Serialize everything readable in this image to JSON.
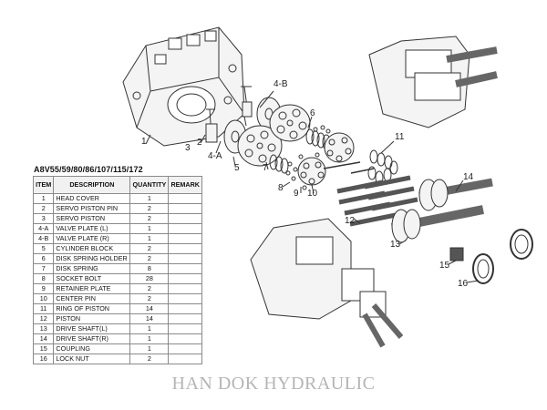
{
  "model": "A8V55/59/80/86/107/115/172",
  "table": {
    "headers": [
      "ITEM",
      "DESCRIPTION",
      "QUANTITY",
      "REMARK"
    ],
    "rows": [
      {
        "item": "1",
        "description": "HEAD COVER",
        "quantity": "1",
        "remark": ""
      },
      {
        "item": "2",
        "description": "SERVO PISTON PIN",
        "quantity": "2",
        "remark": ""
      },
      {
        "item": "3",
        "description": "SERVO PISTON",
        "quantity": "2",
        "remark": ""
      },
      {
        "item": "4-A",
        "description": "VALVE PLATE (L)",
        "quantity": "1",
        "remark": ""
      },
      {
        "item": "4-B",
        "description": "VALVE PLATE (R)",
        "quantity": "1",
        "remark": ""
      },
      {
        "item": "5",
        "description": "CYLINDER BLOCK",
        "quantity": "2",
        "remark": ""
      },
      {
        "item": "6",
        "description": "DISK SPRING HOLDER",
        "quantity": "2",
        "remark": ""
      },
      {
        "item": "7",
        "description": "DISK SPRING",
        "quantity": "8",
        "remark": ""
      },
      {
        "item": "8",
        "description": "SOCKET BOLT",
        "quantity": "28",
        "remark": ""
      },
      {
        "item": "9",
        "description": "RETAINER PLATE",
        "quantity": "2",
        "remark": ""
      },
      {
        "item": "10",
        "description": "CENTER PIN",
        "quantity": "2",
        "remark": ""
      },
      {
        "item": "11",
        "description": "RING OF PISTON",
        "quantity": "14",
        "remark": ""
      },
      {
        "item": "12",
        "description": "PISTON",
        "quantity": "14",
        "remark": ""
      },
      {
        "item": "13",
        "description": "DRIVE SHAFT(L)",
        "quantity": "1",
        "remark": ""
      },
      {
        "item": "14",
        "description": "DRIVE SHAFT(R)",
        "quantity": "1",
        "remark": ""
      },
      {
        "item": "15",
        "description": "COUPLING",
        "quantity": "1",
        "remark": ""
      },
      {
        "item": "16",
        "description": "LOCK NUT",
        "quantity": "2",
        "remark": ""
      }
    ]
  },
  "callouts": [
    "1",
    "2",
    "3",
    "4-A",
    "4-B",
    "5",
    "6",
    "7",
    "8",
    "9",
    "10",
    "11",
    "12",
    "13",
    "14",
    "15",
    "16"
  ],
  "watermark": "HAN DOK HYDRAULIC",
  "colors": {
    "line": "#333333",
    "part_fill": "#f4f4f4",
    "table_border": "#8a8a8a",
    "watermark": "#b5b5b5"
  }
}
